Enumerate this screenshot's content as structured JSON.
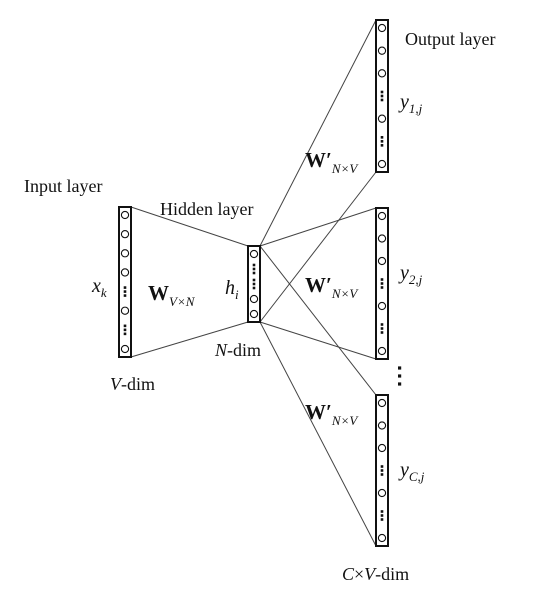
{
  "labels": {
    "output_layer": "Output layer",
    "input_layer": "Input layer",
    "hidden_layer": "Hidden layer",
    "v_dim_var": "V",
    "dim_suffix": "-dim",
    "n_dim_var": "N",
    "cv_dim_c": "C",
    "cv_dim_times": "×",
    "cv_dim_v": "V",
    "x_var": "x",
    "x_sub": "k",
    "h_var": "h",
    "h_sub": "i",
    "w_in": "W",
    "w_in_sub": "V×N",
    "w_out": "W′",
    "w_out_sub": "N×V",
    "y_var": "y",
    "y1_sub": "1,j",
    "y2_sub": "2,j",
    "yc_sub": "C,j"
  },
  "colors": {
    "line": "#111111",
    "connector": "#444444"
  }
}
